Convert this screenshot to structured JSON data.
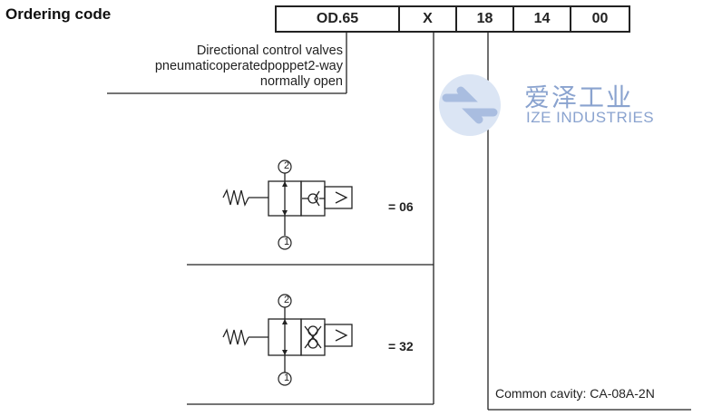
{
  "title": "Ordering code",
  "code": [
    "OD.65",
    "X",
    "18",
    "14",
    "00"
  ],
  "description": [
    "Directional control valves",
    "pneumaticoperatedpoppet2-way",
    "normally open"
  ],
  "options": [
    {
      "label": "= 06",
      "port_top": "2",
      "port_bottom": "1"
    },
    {
      "label": "= 32",
      "port_top": "2",
      "port_bottom": "1"
    }
  ],
  "cavity": "Common cavity: CA-08A-2N",
  "watermark": {
    "cn": "爱泽工业",
    "en": "IZE INDUSTRIES"
  },
  "colors": {
    "line": "#222222",
    "watermark": "#8aa3cf"
  }
}
